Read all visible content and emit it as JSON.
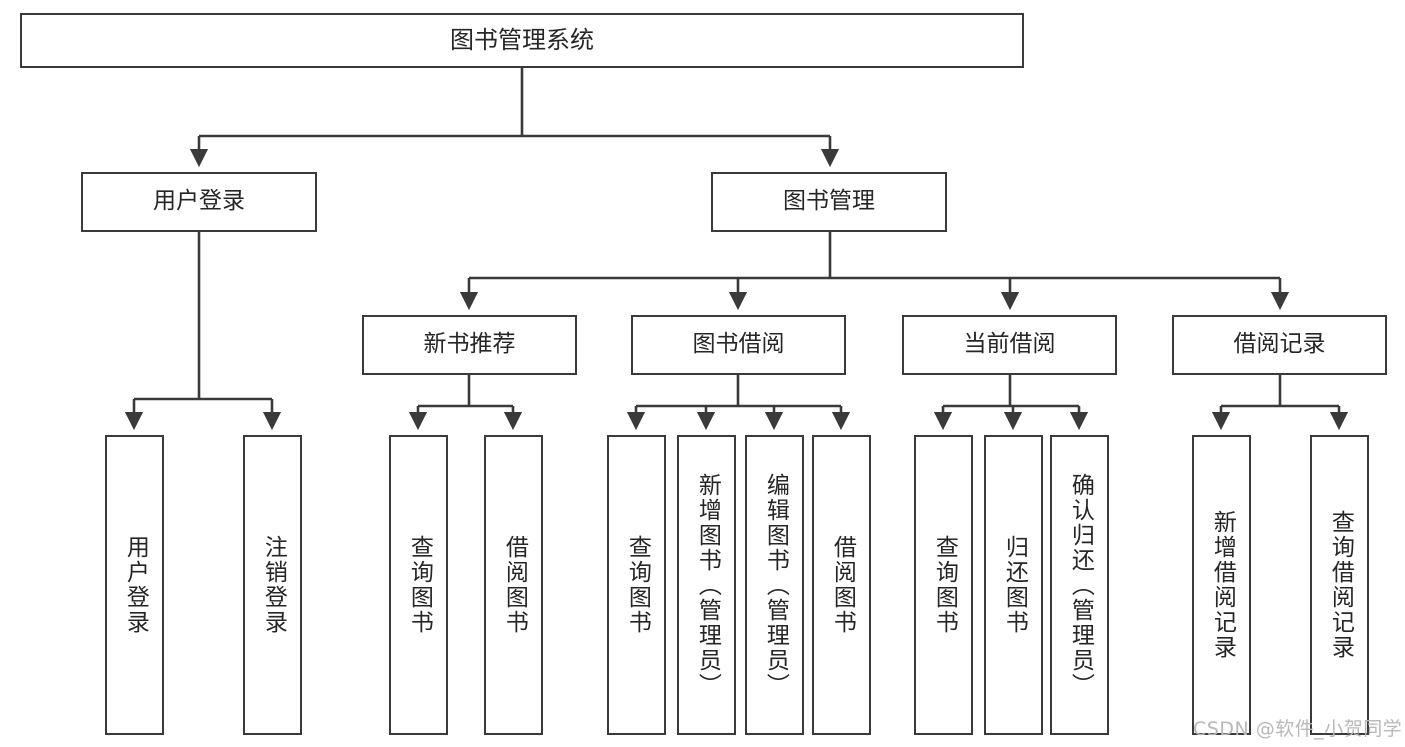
{
  "diagram": {
    "title": "图书管理系统",
    "type": "tree-hierarchy-chart",
    "root": {
      "label": "图书管理系统"
    },
    "level1": [
      {
        "label": "用户登录"
      },
      {
        "label": "图书管理"
      }
    ],
    "level2": [
      {
        "label": "新书推荐"
      },
      {
        "label": "图书借阅"
      },
      {
        "label": "当前借阅"
      },
      {
        "label": "借阅记录"
      }
    ],
    "leaves": {
      "user_login": [
        {
          "label": "用户登录"
        },
        {
          "label": "注销登录"
        }
      ],
      "new_book_recommend": [
        {
          "label": "查询图书"
        },
        {
          "label": "借阅图书"
        }
      ],
      "book_borrow": [
        {
          "label": "查询图书"
        },
        {
          "label": "新增图书（管理员）"
        },
        {
          "label": "编辑图书（管理员）"
        },
        {
          "label": "借阅图书"
        }
      ],
      "current_borrow": [
        {
          "label": "查询图书"
        },
        {
          "label": "归还图书"
        },
        {
          "label": "确认归还（管理员）"
        }
      ],
      "borrow_record": [
        {
          "label": "新增借阅记录"
        },
        {
          "label": "查询借阅记录"
        }
      ]
    }
  },
  "watermark": {
    "text": "CSDN @软件_小贺同学"
  },
  "colors": {
    "stroke": "#3a3a3a",
    "text": "#262626",
    "background": "#ffffff",
    "watermark": "#b8b8b8"
  }
}
